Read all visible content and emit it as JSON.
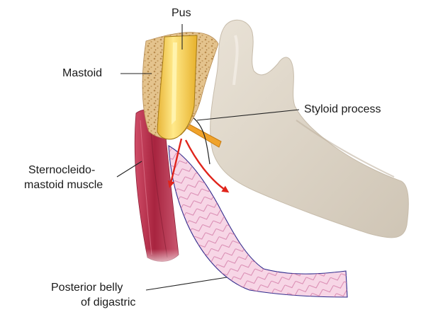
{
  "labels": {
    "pus": "Pus",
    "mastoid": "Mastoid",
    "styloid": "Styloid process",
    "scm_line1": "Sternocleido-",
    "scm_line2": "mastoid muscle",
    "digastric_line1": "Posterior belly",
    "digastric_line2": "of digastric"
  },
  "colors": {
    "pus": "#f2c94c",
    "pus_highlight": "#fff3a6",
    "mastoid_bone": "#e2bf88",
    "mandible": "#ddd4c6",
    "muscle": "#b52e4b",
    "digastric": "#f4cde0",
    "digastric_outline": "#2e2a8c",
    "styloid": "#f0a32b",
    "arrows": "#e0241b"
  }
}
